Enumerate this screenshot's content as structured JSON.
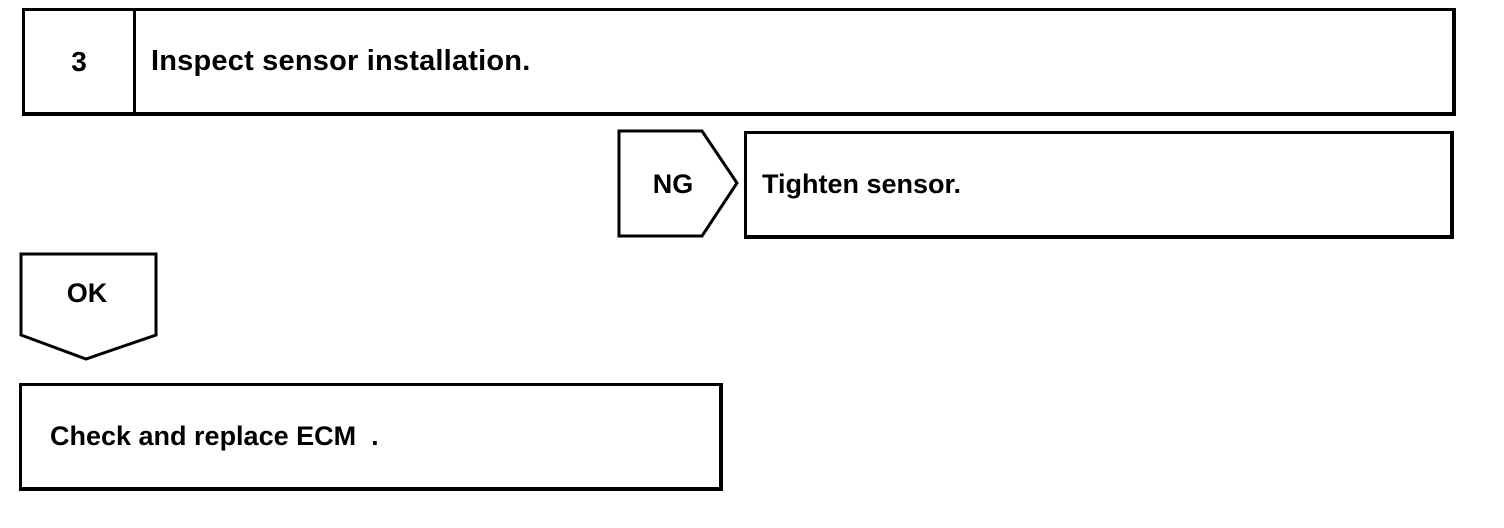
{
  "step": {
    "number": "3",
    "title": "Inspect sensor installation."
  },
  "ng_branch": {
    "label": "NG",
    "action": "Tighten sensor."
  },
  "ok_branch": {
    "label": "OK",
    "action": "Check and replace ECM  ."
  }
}
